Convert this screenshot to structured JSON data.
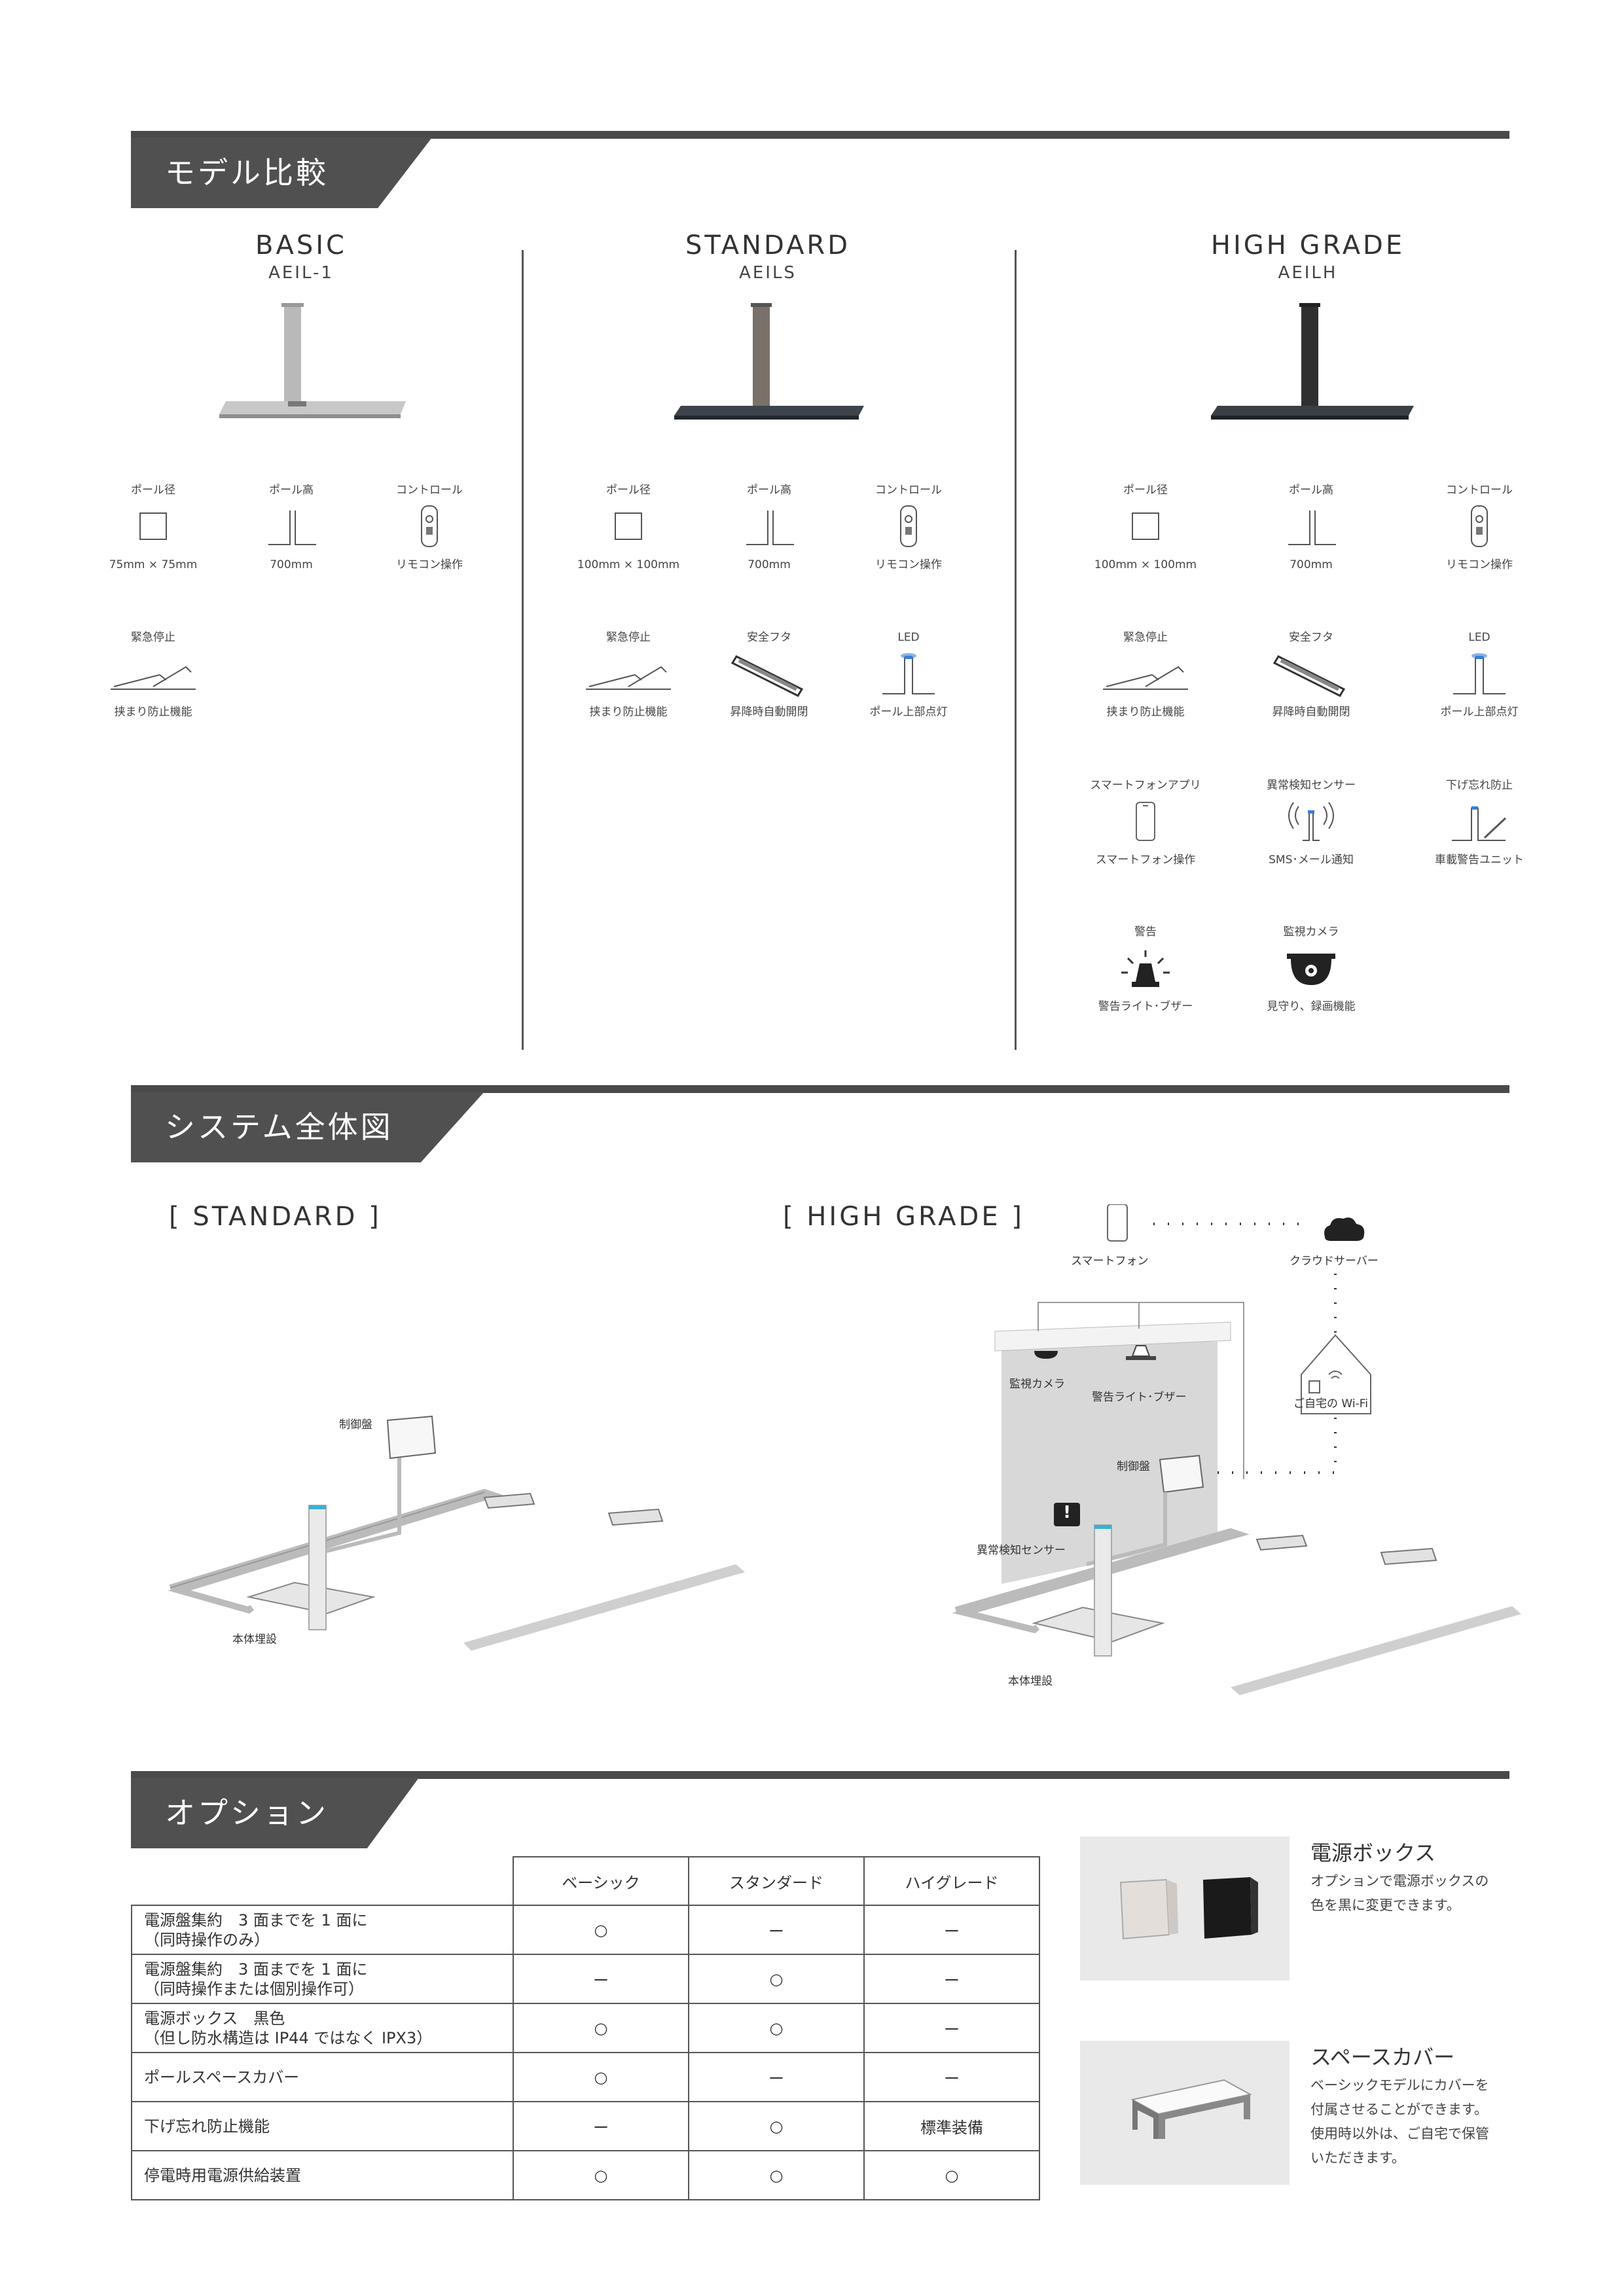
{
  "sections": {
    "model_compare": "モデル比較",
    "system_diagram": "システム全体図",
    "options": "オプション"
  },
  "models": [
    {
      "name": "BASIC",
      "code": "AEIL-1"
    },
    {
      "name": "STANDARD",
      "code": "AEILS"
    },
    {
      "name": "HIGH GRADE",
      "code": "AEILH"
    }
  ],
  "features": {
    "pole_diameter": "ポール径",
    "pole_height": "ポール高",
    "control": "コントロール",
    "emergency_stop": "緊急停止",
    "safety_lid": "安全フタ",
    "led": "LED",
    "smartphone_app": "スマートフォンアプリ",
    "anomaly_sensor": "異常検知センサー",
    "lower_forget": "下げ忘れ防止",
    "warning": "警告",
    "camera": "監視カメラ"
  },
  "values": {
    "basic_diameter": "75mm × 75mm",
    "diameter_100": "100mm × 100mm",
    "height_700": "700mm",
    "remote": "リモコン操作",
    "pinch_prevention": "挟まり防止機能",
    "auto_open": "昇降時自動開閉",
    "pole_top_light": "ポール上部点灯",
    "smartphone_op": "スマートフォン操作",
    "sms_mail": "SMS･メール通知",
    "car_warning_unit": "車載警告ユニット",
    "warning_light_buzzer": "警告ライト･ブザー",
    "watch_record": "見守り、録画機能"
  },
  "diagram": {
    "standard_label": "[ STANDARD ]",
    "highgrade_label": "[ HIGH GRADE ]",
    "control_panel": "制御盤",
    "body_buried": "本体埋設",
    "smartphone": "スマートフォン",
    "cloud_server": "クラウドサーバー",
    "camera": "監視カメラ",
    "warning_light": "警告ライト･ブザー",
    "home_wifi": "ご自宅の Wi-Fi",
    "anomaly_sensor": "異常検知センサー",
    "sensor_mark": "!"
  },
  "options_table": {
    "headers": [
      "ベーシック",
      "スタンダード",
      "ハイグレード"
    ],
    "rows": [
      {
        "label1": "電源盤集約　3 面までを 1 面に",
        "label2": "（同時操作のみ）",
        "basic": "○",
        "standard": "ー",
        "high": "ー"
      },
      {
        "label1": "電源盤集約　3 面までを 1 面に",
        "label2": "（同時操作または個別操作可）",
        "basic": "ー",
        "standard": "○",
        "high": "ー"
      },
      {
        "label1": "電源ボックス　黒色",
        "label2": "（但し防水構造は IP44 ではなく IPX3）",
        "basic": "○",
        "standard": "○",
        "high": "ー"
      },
      {
        "label1": "ポールスペースカバー",
        "label2": "",
        "basic": "○",
        "standard": "ー",
        "high": "ー"
      },
      {
        "label1": "下げ忘れ防止機能",
        "label2": "",
        "basic": "ー",
        "standard": "○",
        "high": "標準装備"
      },
      {
        "label1": "停電時用電源供給装置",
        "label2": "",
        "basic": "○",
        "standard": "○",
        "high": "○"
      }
    ]
  },
  "option_cards": [
    {
      "title": "電源ボックス",
      "desc": "オプションで電源ボックスの色を黒に変更できます。"
    },
    {
      "title": "スペースカバー",
      "desc": "ベーシックモデルにカバーを付属させることができます。使用時以外は、ご自宅で保管いただきます。"
    }
  ],
  "colors": {
    "header": "#505050",
    "led_blue": "#3a7fd5",
    "floor_gray": "#cfcfcf"
  }
}
